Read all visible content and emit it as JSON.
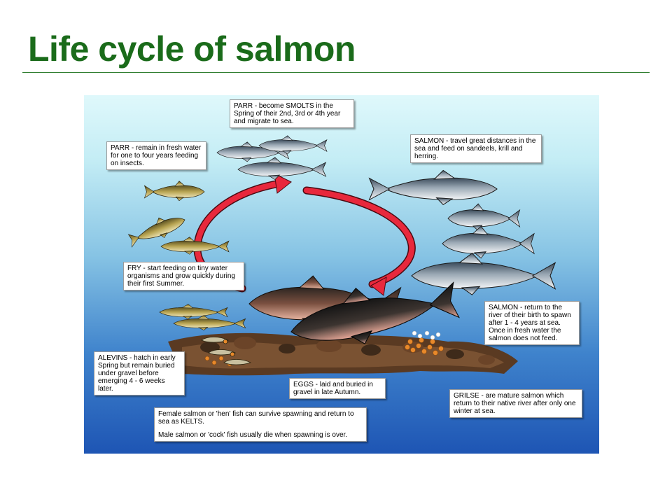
{
  "slide": {
    "title": "Life cycle of salmon"
  },
  "labels": {
    "parr_smolts": "PARR - become SMOLTS in the Spring of their 2nd, 3rd or 4th year and migrate to sea.",
    "parr_fresh": "PARR - remain in fresh water for one to four years feeding on insects.",
    "salmon_travel": "SALMON - travel great distances in the sea and feed on sandeels, krill and herring.",
    "fry": "FRY - start feeding on tiny water organisms and grow quickly during their first Summer.",
    "salmon_return": "SALMON - return to the river of their birth to spawn after 1 - 4 years at sea. Once in fresh water the salmon does not feed.",
    "alevins": "ALEVINS - hatch in early Spring but remain buried under gravel before emerging 4 - 6 weeks later.",
    "eggs": "EGGS - laid and buried in gravel in late Autumn.",
    "grilse": "GRILSE - are mature salmon which return to their native river after only one winter at sea.",
    "kelts_female": "Female salmon or 'hen' fish can survive spawning and return to sea as KELTS.",
    "kelts_male": "Male salmon or 'cock' fish usually die when spawning is over."
  },
  "colors": {
    "title": "#1a6b1a",
    "arrow": "#e8283c",
    "water_top": "#dff8fb",
    "water_bottom": "#1e55b4",
    "gravel": "#5a3a22",
    "eggs": "#e8892a"
  },
  "icons": {
    "cycle": "cycle-arrows-icon",
    "fish": "salmon-fish-icon"
  }
}
